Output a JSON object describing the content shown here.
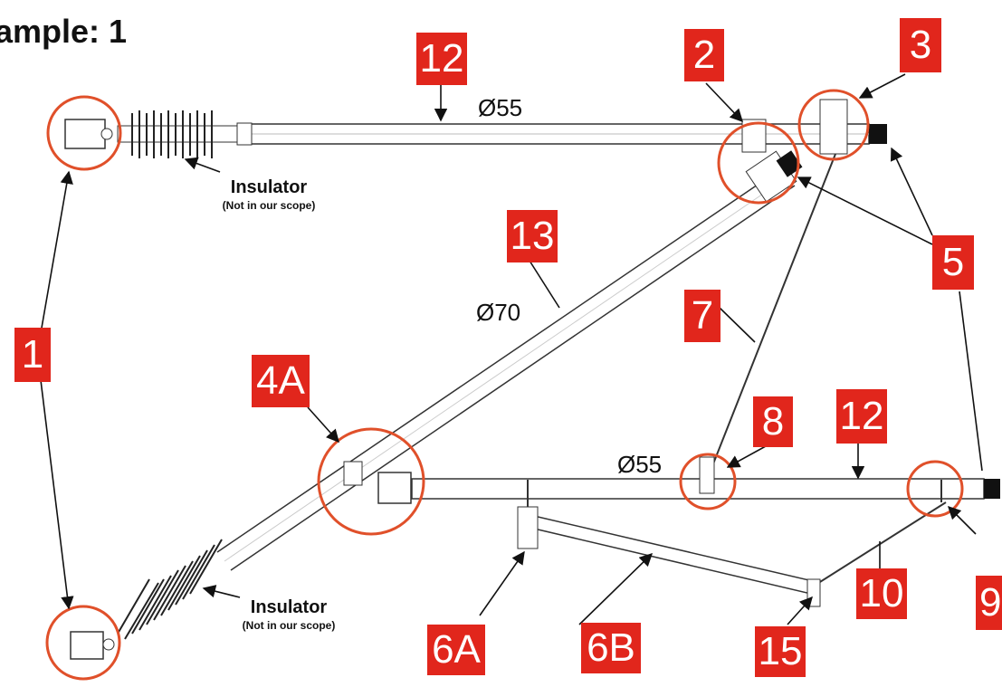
{
  "title": "ample: 1",
  "dimensions": {
    "top_pipe": "Ø55",
    "diagonal_pipe": "Ø70",
    "lower_pipe": "Ø55"
  },
  "insulators": [
    {
      "label": "Insulator",
      "note": "(Not in our scope)"
    },
    {
      "label": "Insulator",
      "note": "(Not in our scope)"
    }
  ],
  "callouts": {
    "c1": "1",
    "c2": "2",
    "c3": "3",
    "c4a": "4A",
    "c5": "5",
    "c6a": "6A",
    "c6b": "6B",
    "c7": "7",
    "c8": "8",
    "c9": "9",
    "c10": "10",
    "c12_top": "12",
    "c12_low": "12",
    "c13": "13",
    "c15": "15"
  },
  "colors": {
    "callout_bg": "#e1261c",
    "ring": "#e0502a",
    "line": "#222222"
  }
}
